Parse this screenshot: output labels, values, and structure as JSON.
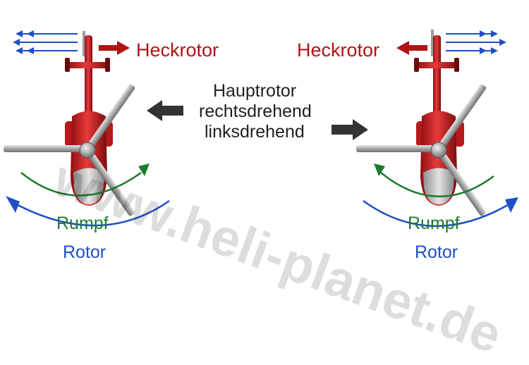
{
  "labels": {
    "heckrotor_left": "Heckrotor",
    "heckrotor_right": "Heckrotor",
    "center_line1": "Hauptrotor",
    "center_line2": "rechtsdrehend",
    "center_line3": "linksdrehend",
    "rumpf_left": "Rumpf",
    "rumpf_right": "Rumpf",
    "rotor_left": "Rotor",
    "rotor_right": "Rotor"
  },
  "watermark": "www.heli-planet.de",
  "colors": {
    "heckrotor": "#b01414",
    "rumpf": "#1e7a2e",
    "rotor": "#1e4fc6",
    "fuselage": "#d8282a",
    "blade": "#9a9a9a",
    "center_arrow": "#333333",
    "tail_thrust_arrow": "#1e4fc6"
  }
}
